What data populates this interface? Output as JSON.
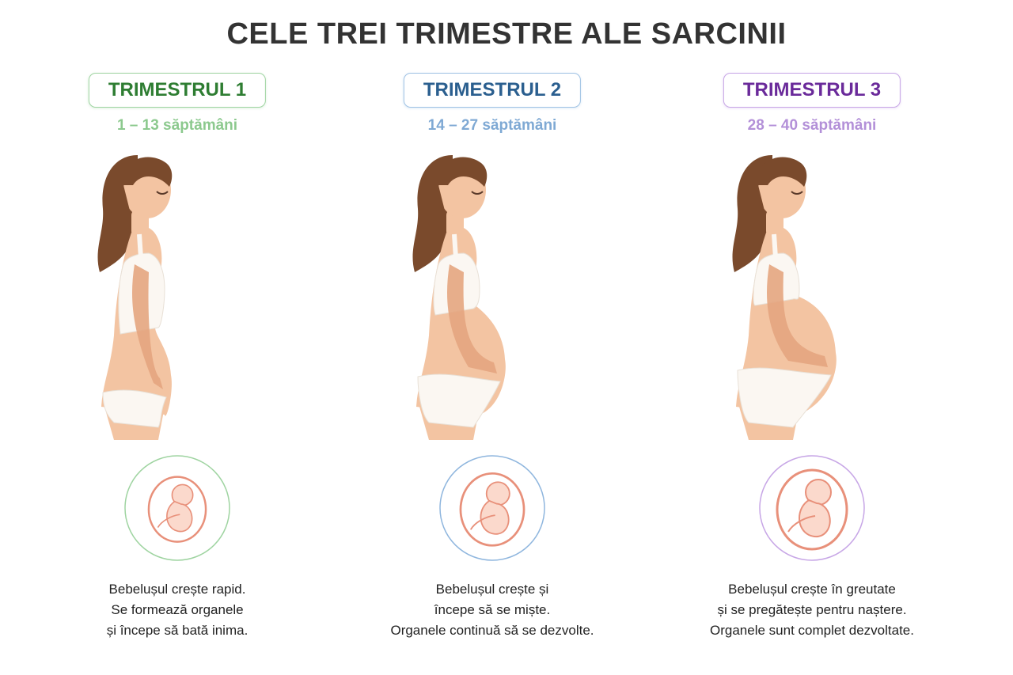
{
  "title": "CELE TREI TRIMESTRE ALE SARCINII",
  "colors": {
    "skin": "#f3c4a2",
    "skin_shade": "#e4a57f",
    "hair": "#7a4a2c",
    "garment": "#fbf7f2",
    "fetus_stroke": "#e8907a",
    "fetus_fill": "#fbd9cc"
  },
  "trimesters": [
    {
      "label": "TRIMESTRUL 1",
      "weeks": "1 – 13 săptămâni",
      "color": "#2e7d32",
      "weeks_color": "#8cc98e",
      "border_color": "#9fd4a1",
      "ring_color": "#9fd4a1",
      "description": [
        "Bebelușul crește rapid.",
        "Se formează organele",
        "și începe să bată inima."
      ]
    },
    {
      "label": "TRIMESTRUL 2",
      "weeks": "14 – 27 săptămâni",
      "color": "#2b5f8f",
      "weeks_color": "#7fa9d4",
      "border_color": "#9fc2e4",
      "ring_color": "#8fb6de",
      "description": [
        "Bebelușul crește și",
        "începe să se miște.",
        "Organele continuă să se dezvolte."
      ]
    },
    {
      "label": "TRIMESTRUL 3",
      "weeks": "28 – 40 săptămâni",
      "color": "#6a2a9a",
      "weeks_color": "#b390d8",
      "border_color": "#c7a6e6",
      "ring_color": "#c7a6e6",
      "description": [
        "Bebelușul crește în greutate",
        "și se pregătește pentru naștere.",
        "Organele sunt complet dezvoltate."
      ]
    }
  ]
}
